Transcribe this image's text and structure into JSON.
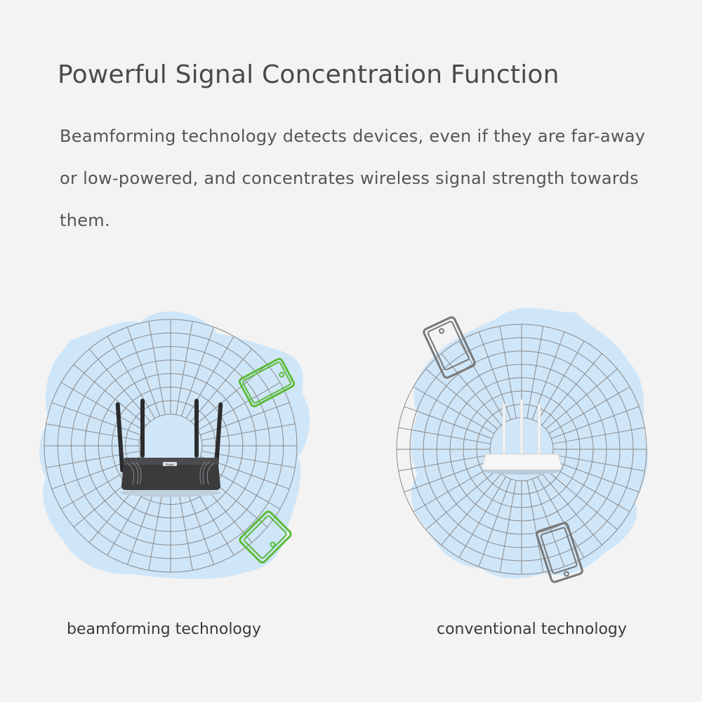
{
  "heading": {
    "title": "Powerful Signal Concentration Function",
    "description": "Beamforming technology detects devices, even if they are far-away or low-powered, and concentrates wireless signal strength towards them."
  },
  "panels": [
    {
      "caption": "beamforming technology",
      "router_color": "#3a3b3d",
      "device_color": "#5dbb3a",
      "router_logo_text": "Ruijie"
    },
    {
      "caption": "conventional technology",
      "router_color": "#f6f6f6",
      "device_color": "#777777"
    }
  ],
  "colors": {
    "background": "#f3f3f3",
    "coverage_blue": "#cfe6f8",
    "grid_line": "#8a8a8a"
  }
}
